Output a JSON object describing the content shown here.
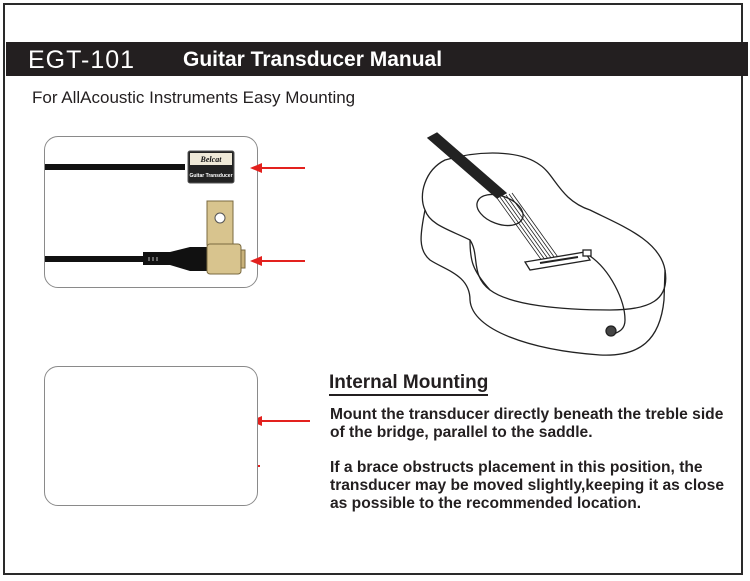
{
  "header": {
    "model": "EGT-101",
    "title": "Guitar Transducer Manual",
    "subtitle": "For AllAcoustic Instruments Easy Mounting"
  },
  "figure": {
    "pickup_label_brand": "Belcat",
    "pickup_label_text": "Guitar Transducer",
    "arrow_color": "#e3211e",
    "brass_color": "#d8c48e"
  },
  "section": {
    "title": "Internal Mounting",
    "paragraphs": [
      "Mount the transducer directly beneath the treble side of the bridge, parallel to the saddle.",
      "If a brace obstructs placement in this position, the transducer may be moved slightly,keeping it as close as possible to the recommended location."
    ]
  }
}
